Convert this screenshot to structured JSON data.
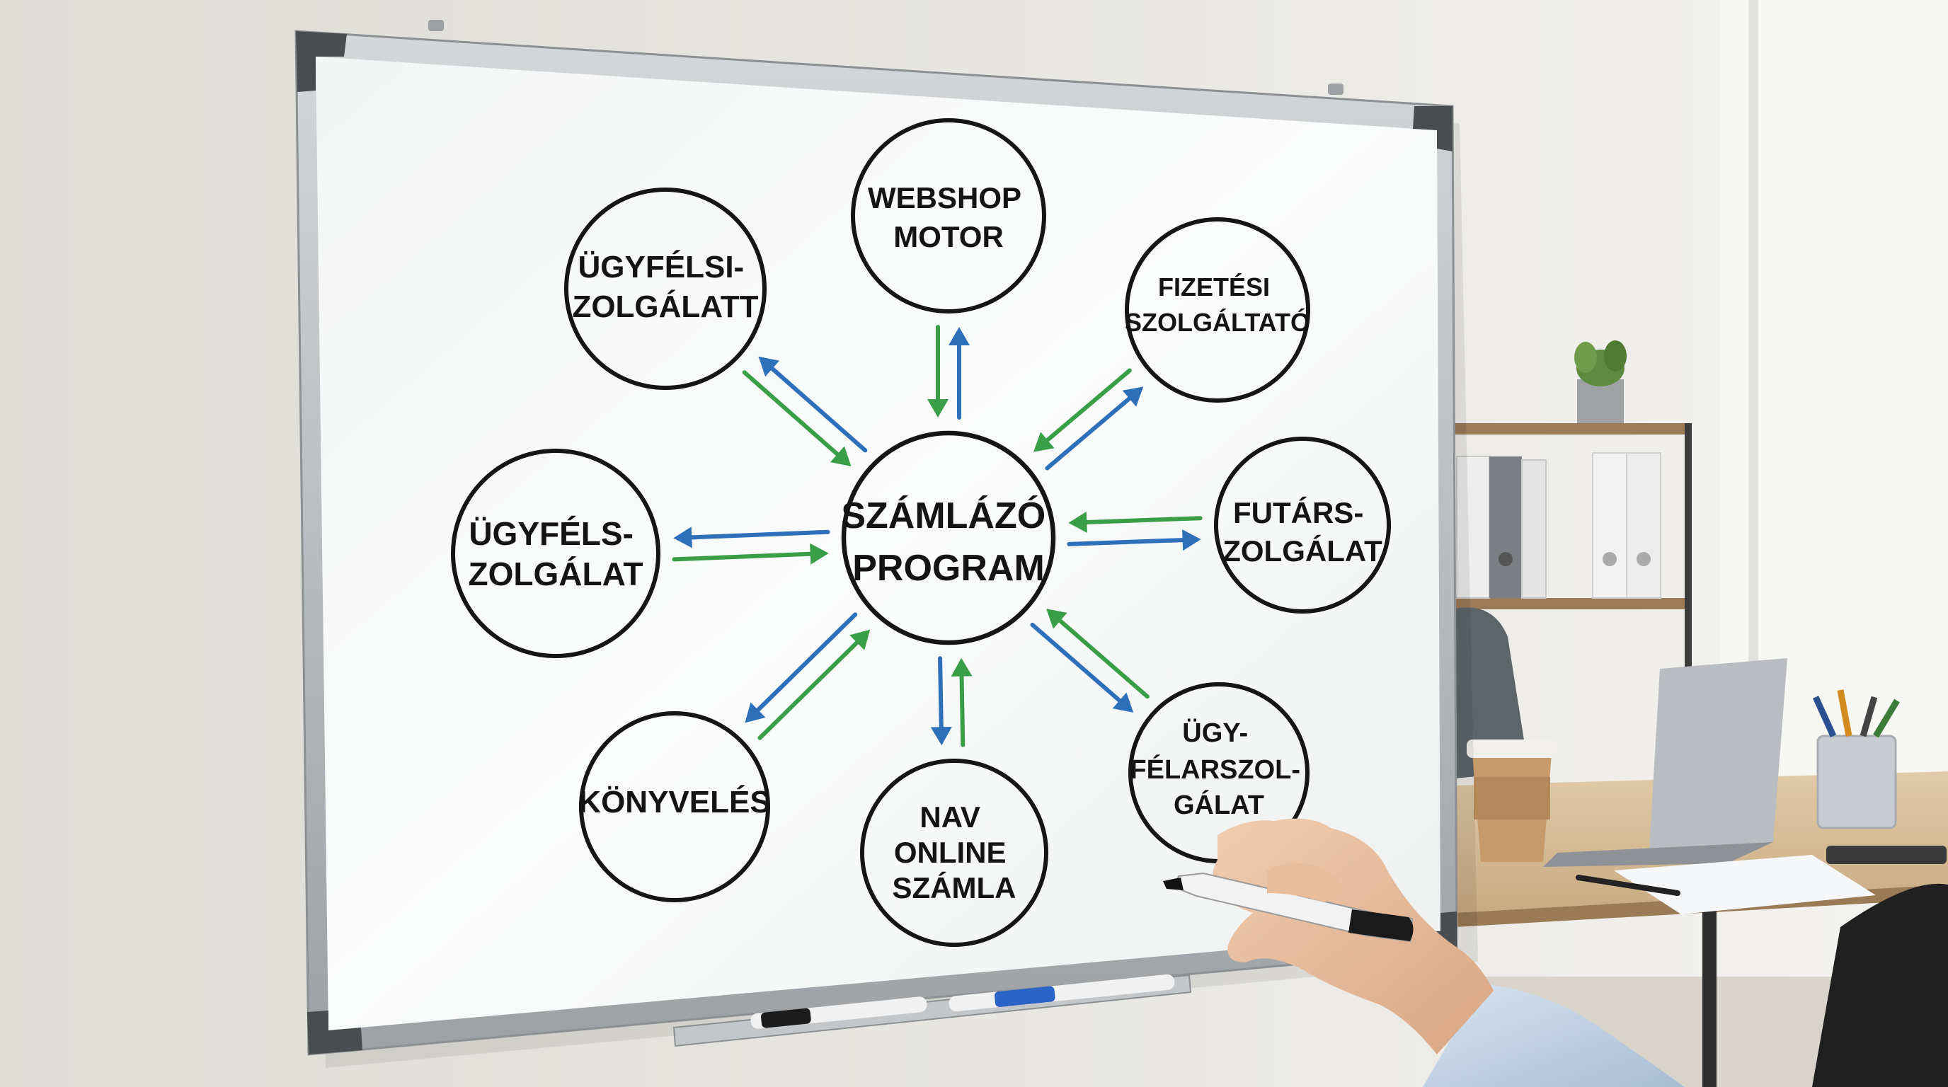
{
  "diagram": {
    "center": {
      "lines": [
        "SZÁMLÁZÓ",
        "PROGRAM"
      ]
    },
    "nodes": [
      {
        "id": "webshop",
        "lines": [
          "WEBSHOP",
          "MOTOR"
        ]
      },
      {
        "id": "fizetesi",
        "lines": [
          "FIZETÉSI",
          "SZOLGÁLTATÓ"
        ]
      },
      {
        "id": "futar",
        "lines": [
          "FUTÁRS-",
          "ZOLGÁLAT"
        ]
      },
      {
        "id": "ugyfelarszolgalat",
        "lines": [
          "ÜGY-",
          "FÉLARSZOL-",
          "GÁLAT"
        ]
      },
      {
        "id": "nav",
        "lines": [
          "NAV",
          "ONLINE",
          "SZÁMLA"
        ]
      },
      {
        "id": "konyveles",
        "lines": [
          "KÖNYVELÉS"
        ]
      },
      {
        "id": "ugyfelszolgalat",
        "lines": [
          "ÜGYFÉLS-",
          "ZOLGÁLAT"
        ]
      },
      {
        "id": "ugyfelsizolgalatt",
        "lines": [
          "ÜGYFÉLSI-",
          "ZOLGÁLATT"
        ]
      }
    ],
    "arrow_colors": {
      "outgoing": "#2e6fba",
      "incoming": "#3a9e48"
    }
  }
}
